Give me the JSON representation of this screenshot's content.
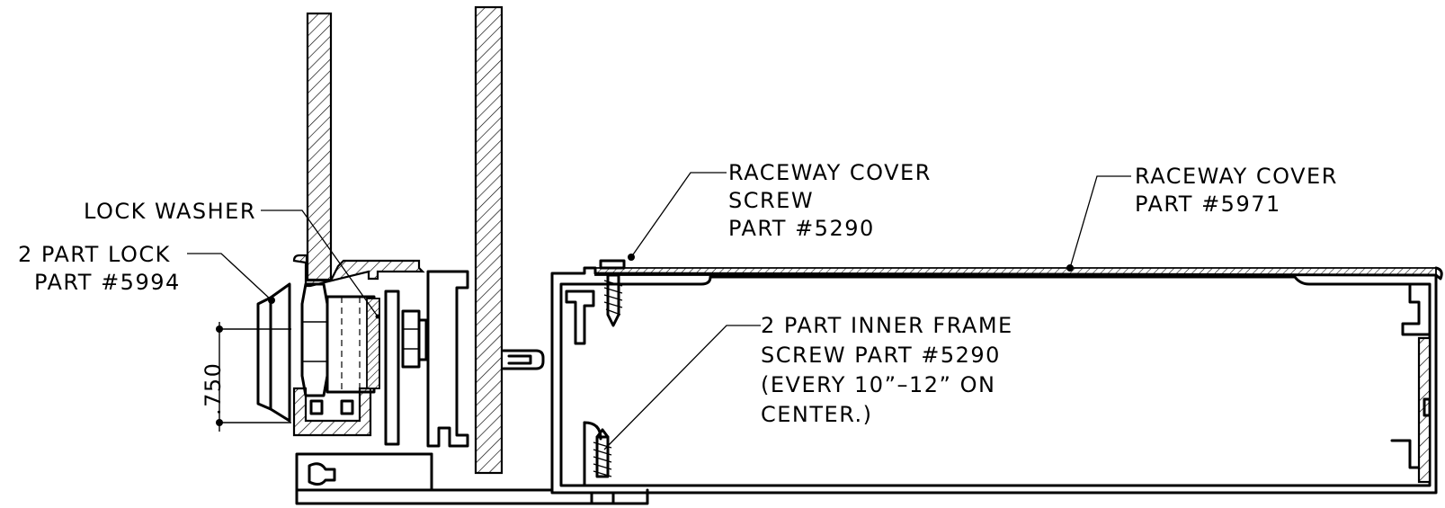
{
  "callouts": {
    "lock_washer": "LOCK WASHER",
    "two_part_lock": [
      "2 PART LOCK",
      "PART #5994"
    ],
    "raceway_cover_screw": [
      "RACEWAY COVER",
      "SCREW",
      "PART #5290"
    ],
    "raceway_cover": [
      "RACEWAY COVER",
      "PART #5971"
    ],
    "inner_frame_screw": [
      "2 PART INNER FRAME",
      "SCREW PART #5290",
      "(EVERY 10”–12” ON",
      "CENTER.)"
    ]
  },
  "dimension": {
    "value": ".750"
  }
}
